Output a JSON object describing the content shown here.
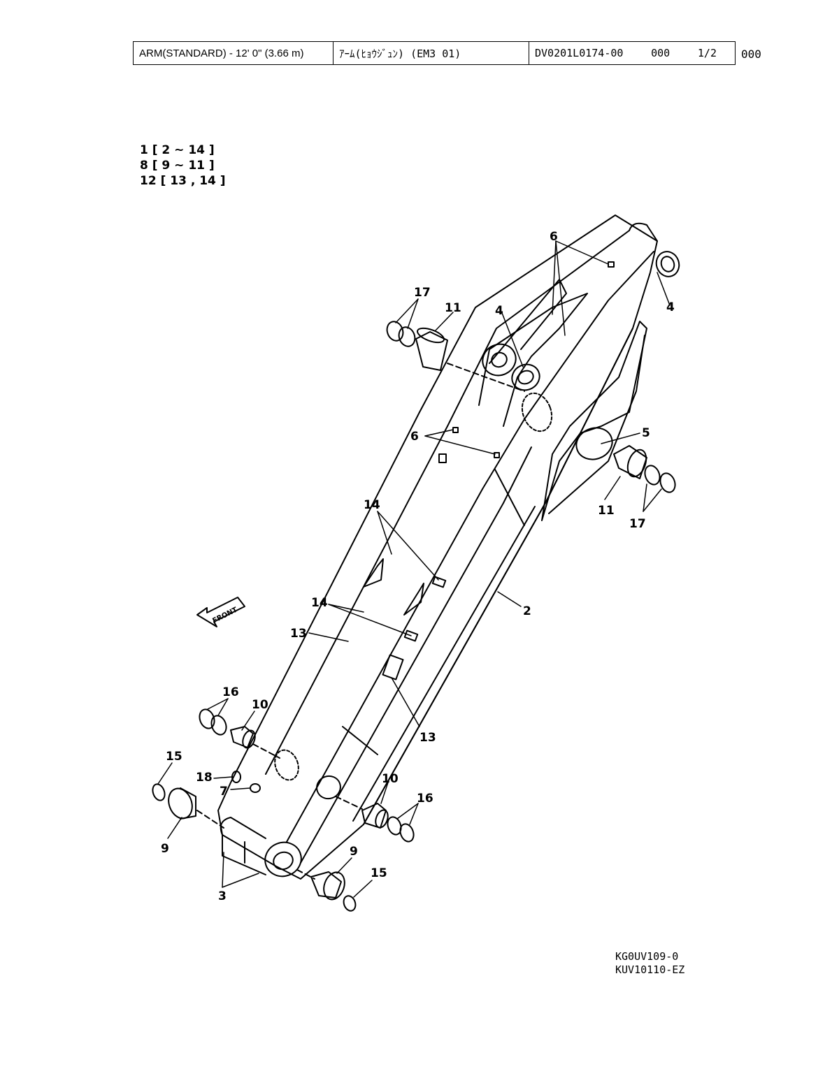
{
  "header": {
    "title_en": "ARM(STANDARD) - 12' 0\" (3.66 m)",
    "title_jp": "ｱｰﾑ(ﾋｮｳｼﾞｭﾝ) (EM3 01)",
    "doc_no": "DV0201L0174-00",
    "rev": "000",
    "sheet": "1/2",
    "outside_rev": "000"
  },
  "assemblies": [
    "1 [ 2 ~ 14 ]",
    "8 [ 9 ~ 11 ]",
    "12 [ 13 , 14 ]"
  ],
  "front_label": "FRONT",
  "callouts": {
    "c6a": "6",
    "c17a": "17",
    "c11a": "11",
    "c4a": "4",
    "c4b": "4",
    "c6b": "6",
    "c5": "5",
    "c11b": "11",
    "c17b": "17",
    "c14a": "14",
    "c14b": "14",
    "c13a": "13",
    "c2": "2",
    "c16a": "16",
    "c10a": "10",
    "c15a": "15",
    "c18": "18",
    "c7": "7",
    "c9a": "9",
    "c3": "3",
    "c13b": "13",
    "c10b": "10",
    "c16b": "16",
    "c9b": "9",
    "c15b": "15"
  },
  "codes": [
    "KG0UV109-0",
    "KUV10110-EZ"
  ]
}
